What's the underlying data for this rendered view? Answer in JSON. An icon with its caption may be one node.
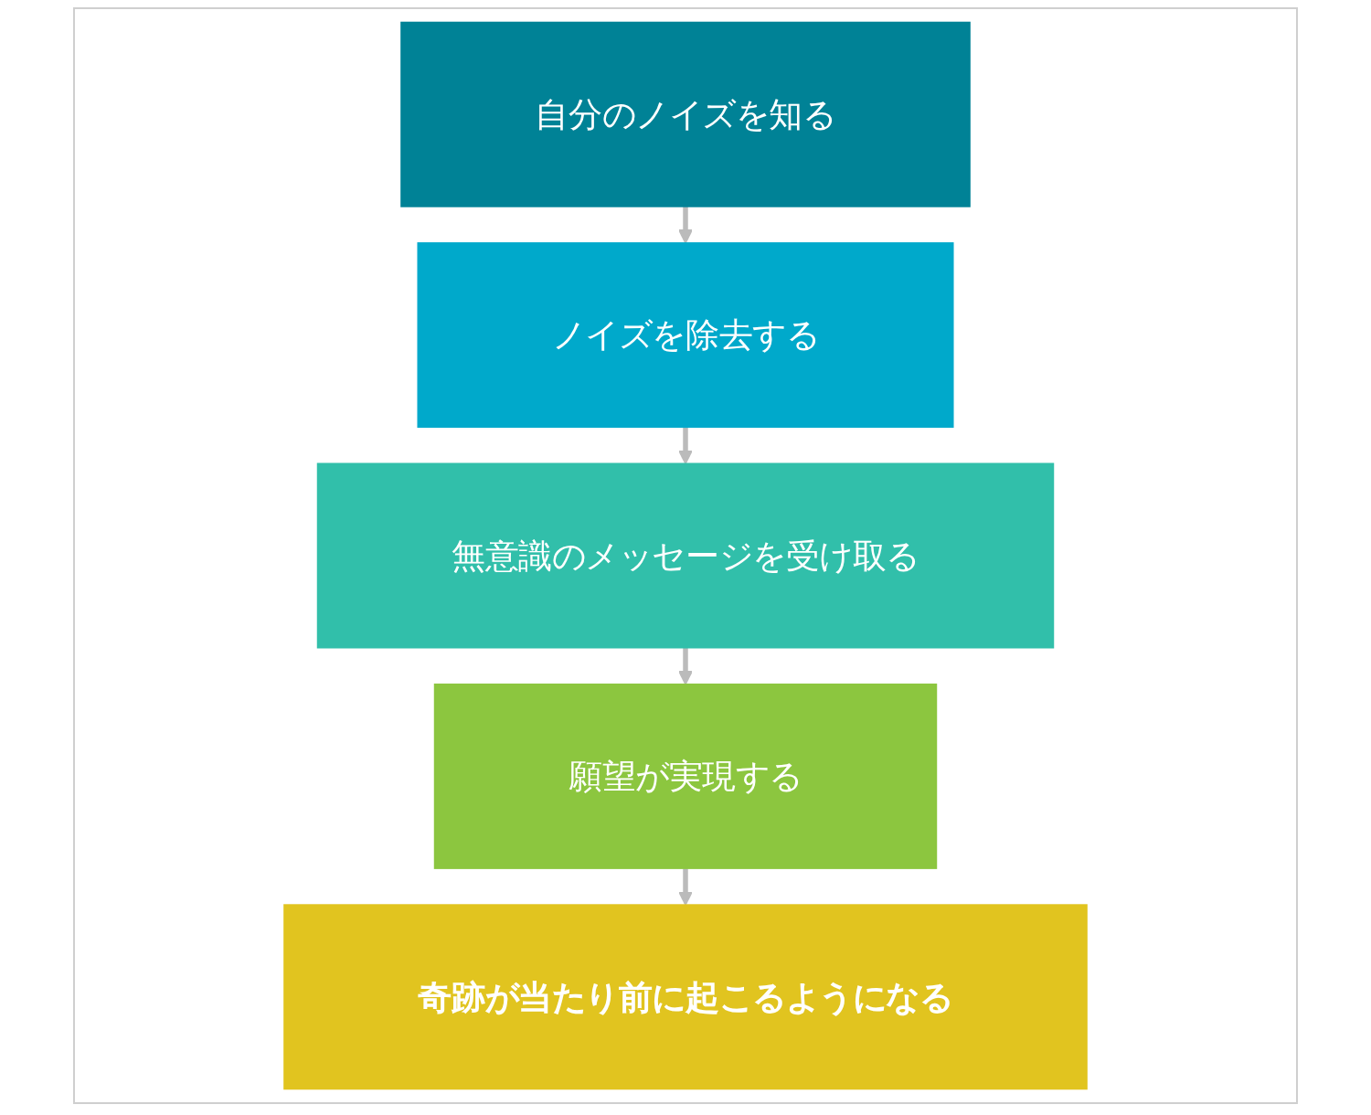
{
  "diagram": {
    "nodes": [
      {
        "text": [
          "自分のノイズを知る"
        ]
      },
      {
        "text": [
          "ノイズを除去する"
        ]
      },
      {
        "text": [
          "無意識のメッセージを受け取る"
        ]
      },
      {
        "text": [
          "願望が実現する"
        ]
      },
      {
        "text": [
          "奇跡が当たり前に起こるようになる"
        ]
      }
    ],
    "edges": [
      {
        "from": 0,
        "to": 1,
        "arrow": "to"
      },
      {
        "from": 1,
        "to": 2,
        "arrow": "to"
      },
      {
        "from": 2,
        "to": 3,
        "arrow": "to"
      },
      {
        "from": 3,
        "to": 4,
        "arrow": "to"
      }
    ]
  }
}
